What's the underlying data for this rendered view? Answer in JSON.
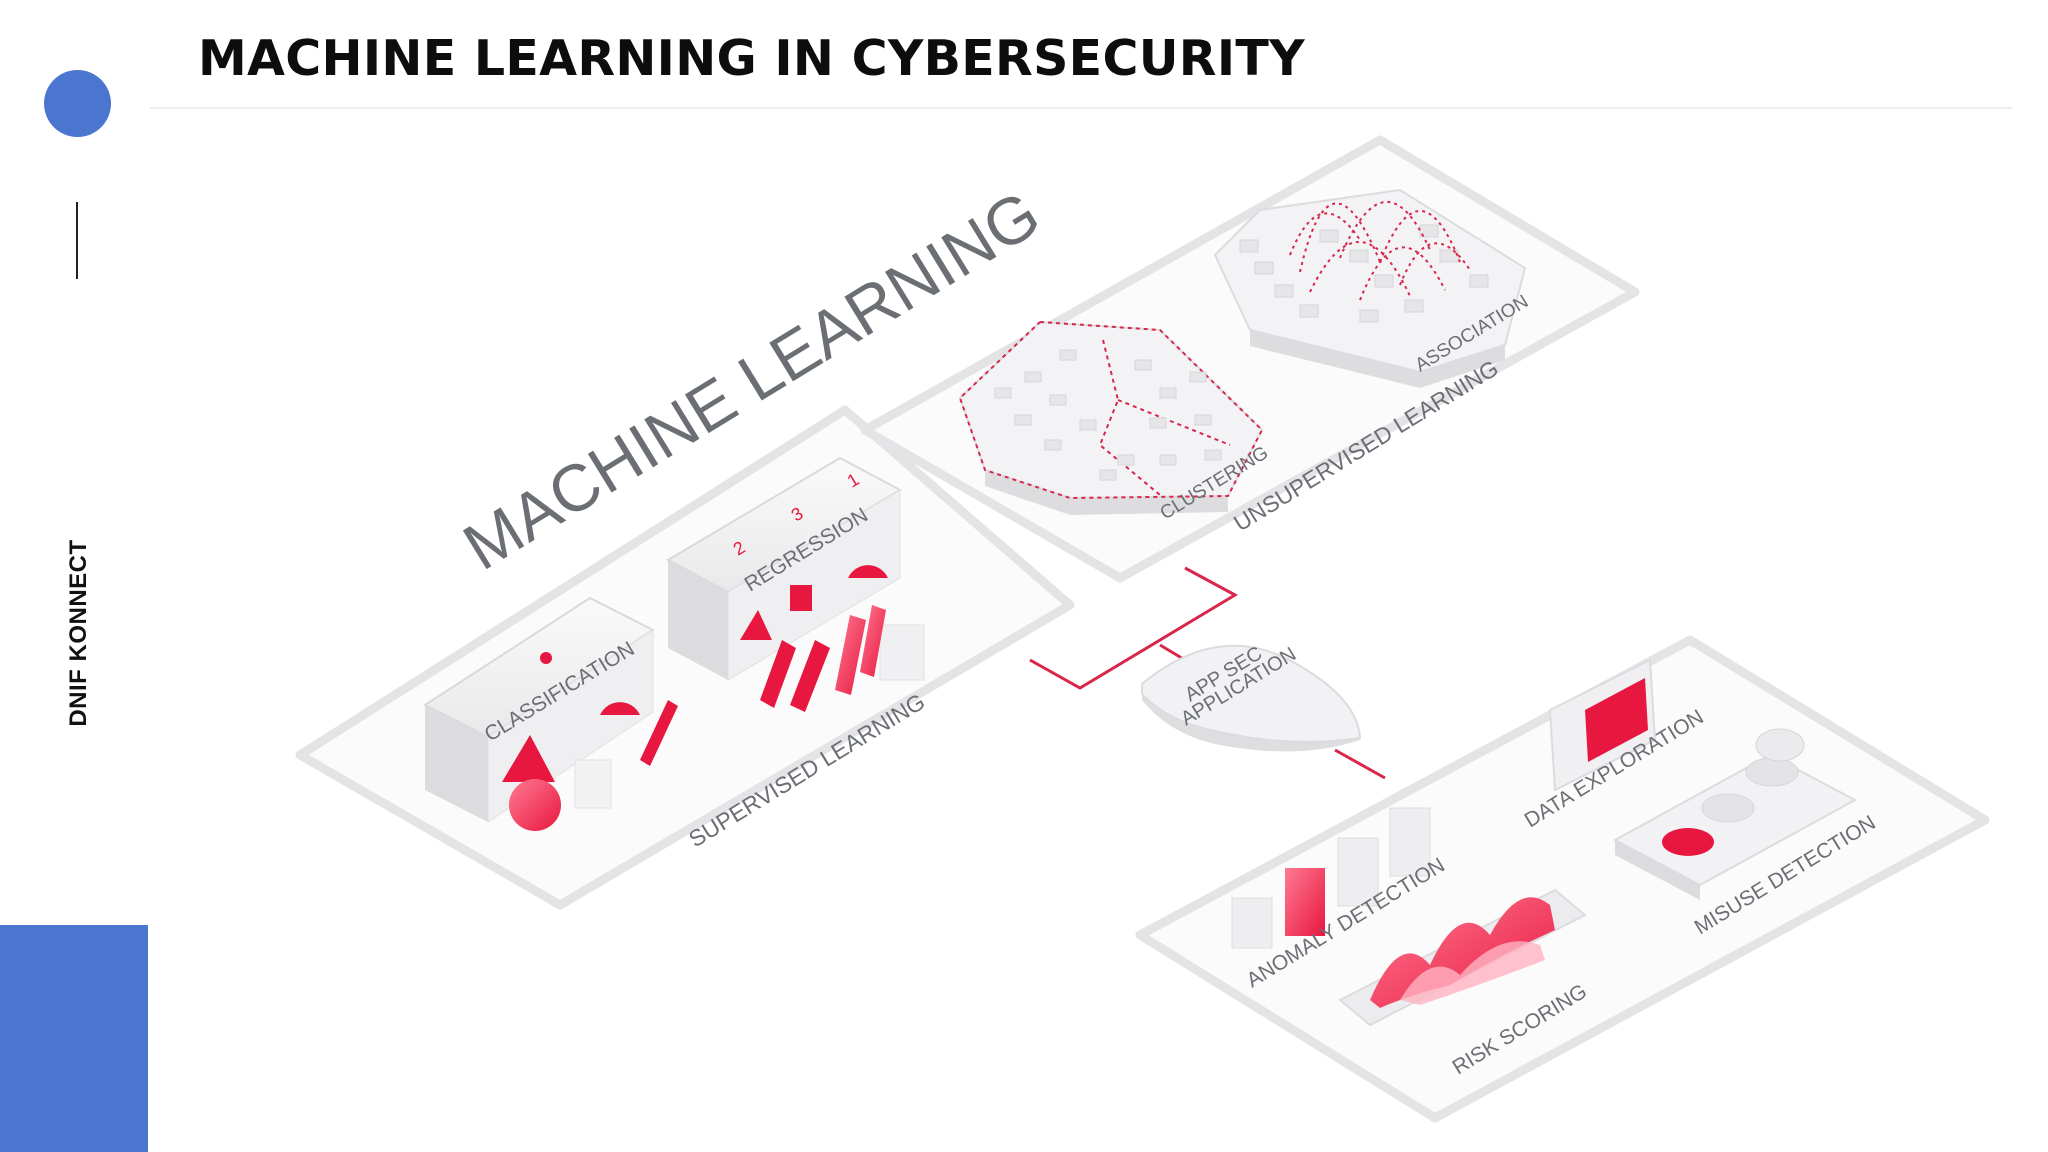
{
  "page": {
    "title": "MACHINE LEARNING IN CYBERSECURITY",
    "side_brand": "DNIF KONNECT",
    "accent_color": "#4a76d0"
  },
  "diagram": {
    "title": "MACHINE LEARNING",
    "supervised": {
      "label": "SUPERVISED LEARNING",
      "modules": [
        "CLASSIFICATION",
        "REGRESSION"
      ]
    },
    "unsupervised": {
      "label": "UNSUPERVISED LEARNING",
      "modules": [
        "CLUSTERING",
        "ASSOCIATION"
      ]
    },
    "hub": {
      "line1": "APP SEC",
      "line2": "APPLICATION"
    },
    "applications": [
      "ANOMALY DETECTION",
      "DATA EXPLORATION",
      "RISK SCORING",
      "MISUSE DETECTION"
    ],
    "highlight_color": "#e8173f",
    "regression_digits": [
      "2",
      "3",
      "1"
    ]
  }
}
